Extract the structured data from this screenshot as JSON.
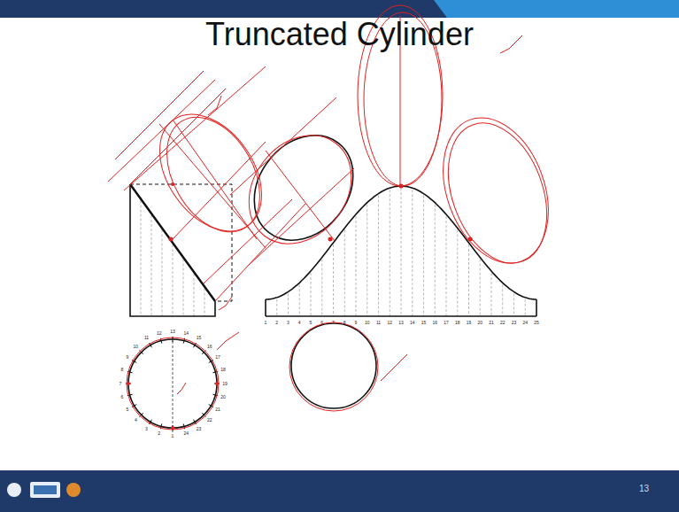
{
  "diagram": {
    "title": "Truncated Cylinder",
    "labels": [
      "1",
      "2",
      "3",
      "4",
      "5",
      "6",
      "7",
      "8",
      "9",
      "10",
      "11",
      "12",
      "13",
      "14",
      "15",
      "16",
      "17",
      "18",
      "19",
      "20",
      "21",
      "22",
      "23",
      "24",
      "25",
      "1",
      "2",
      "3",
      "4",
      "5",
      "6",
      "7",
      "8",
      "9",
      "10",
      "11",
      "12",
      "13",
      "14",
      "15",
      "16",
      "17",
      "18",
      "19",
      "20",
      "21",
      "22",
      "23",
      "24",
      "13"
    ]
  }
}
